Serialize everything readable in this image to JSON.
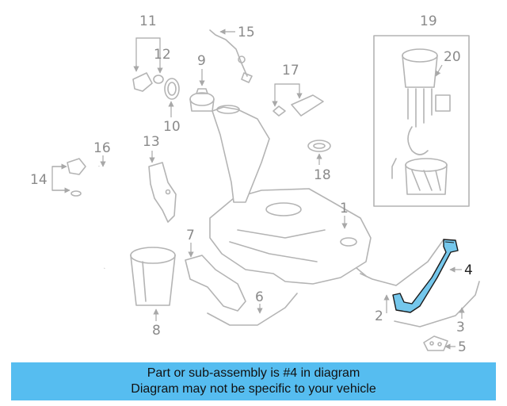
{
  "callouts": [
    "1",
    "2",
    "3",
    "4",
    "5",
    "6",
    "7",
    "8",
    "9",
    "10",
    "11",
    "12",
    "13",
    "14",
    "15",
    "16",
    "17",
    "18",
    "19",
    "20"
  ],
  "highlighted_part": "4",
  "colors": {
    "banner": "#56bdf0",
    "highlight": "#74c7ec",
    "part_lines": "#b4b4b4",
    "callout_text": "#8a8a8a"
  },
  "banner": {
    "line1": "Part or sub-assembly is #4 in diagram",
    "line2": "Diagram may not be specific to your vehicle"
  }
}
